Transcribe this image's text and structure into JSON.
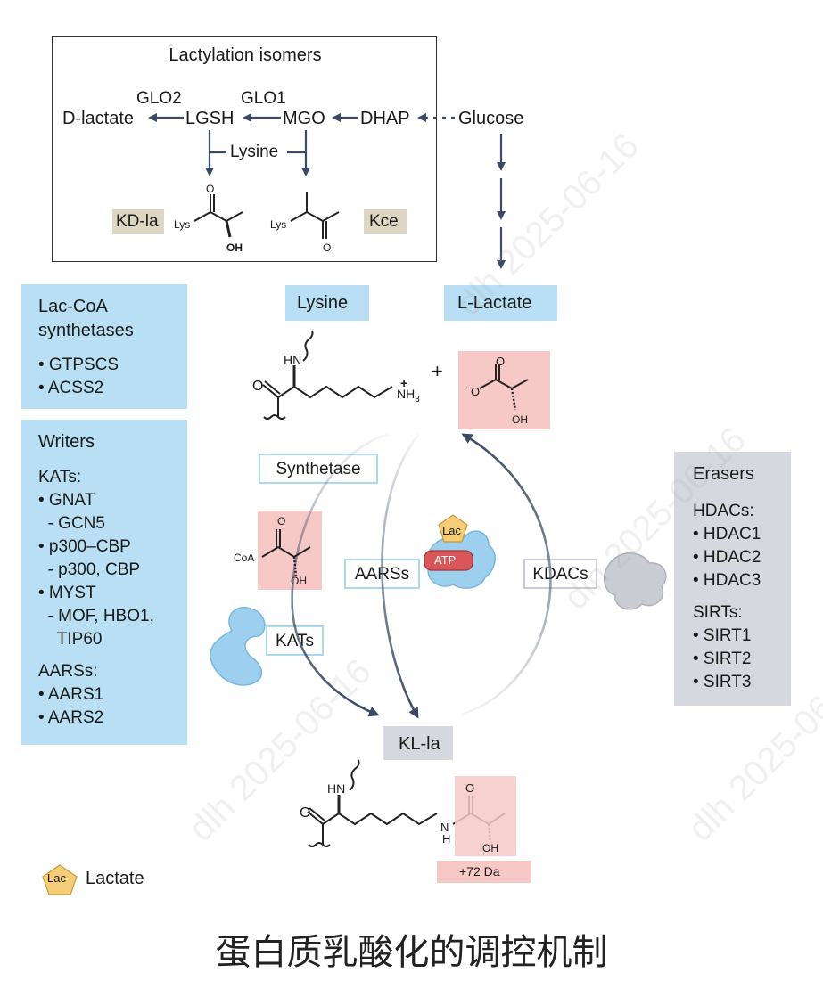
{
  "isomers": {
    "title": "Lactylation isomers",
    "glo2": "GLO2",
    "glo1": "GLO1",
    "d_lactate": "D-lactate",
    "lgsh": "LGSH",
    "mgo": "MGO",
    "dhap": "DHAP",
    "glucose": "Glucose",
    "lysine": "Lysine",
    "kd_la": "KD-la",
    "kce": "Kce",
    "lys_left": "Lys",
    "lys_right": "Lys",
    "oh": "OH",
    "o_top": "O",
    "o_bottom": "O"
  },
  "substrates": {
    "lysine_label": "Lysine",
    "lactate_label": "L-Lactate",
    "plus": "+",
    "hn": "HN",
    "o": "O",
    "nh3": "NH",
    "nh3_sub": "3",
    "nh3_charge": "+",
    "lac_o": "O",
    "lac_minus": "-",
    "lac_o2": "O",
    "lac_oh": "OH"
  },
  "lac_coa": {
    "title_line1": "Lac-CoA",
    "title_line2": "synthetases",
    "items": [
      "• GTPSCS",
      "• ACSS2"
    ]
  },
  "writers": {
    "title": "Writers",
    "lines": [
      "KATs:",
      "• GNAT",
      "  - GCN5",
      "• p300–CBP",
      "  - p300, CBP",
      "• MYST",
      "  - MOF, HBO1,",
      "    TIP60",
      "",
      "AARSs:",
      "• AARS1",
      "• AARS2"
    ]
  },
  "erasers": {
    "title": "Erasers",
    "lines": [
      "HDACs:",
      "• HDAC1",
      "• HDAC2",
      "• HDAC3",
      "SIRTs:",
      "• SIRT1",
      "• SIRT2",
      "• SIRT3"
    ]
  },
  "cycle": {
    "synthetase": "Synthetase",
    "aarss": "AARSs",
    "kdacs": "KDACs",
    "kats": "KATs",
    "coa": "CoA",
    "coa_o": "O",
    "coa_oh": "OH",
    "lac_badge": "Lac",
    "atp_badge": "ATP"
  },
  "product": {
    "label": "KL-la",
    "hn": "HN",
    "o": "O",
    "n": "N",
    "h": "H",
    "oh": "OH",
    "o_top": "O",
    "mass": "+72 Da"
  },
  "legend": {
    "badge": "Lac",
    "label": "Lactate"
  },
  "caption": "蛋白质乳酸化的调控机制",
  "watermark_text": "dlh 2025-06-16",
  "colors": {
    "blue_box": "#b8dff3",
    "grey_box": "#d5d8df",
    "pink_box": "#f6c9c7",
    "arrow": "#3d4a66",
    "badge_lac": "#f3cd77",
    "badge_atp": "#d9575a",
    "enzyme_blue": "#9cd0ee",
    "enzyme_grey": "#c9ccd2"
  }
}
